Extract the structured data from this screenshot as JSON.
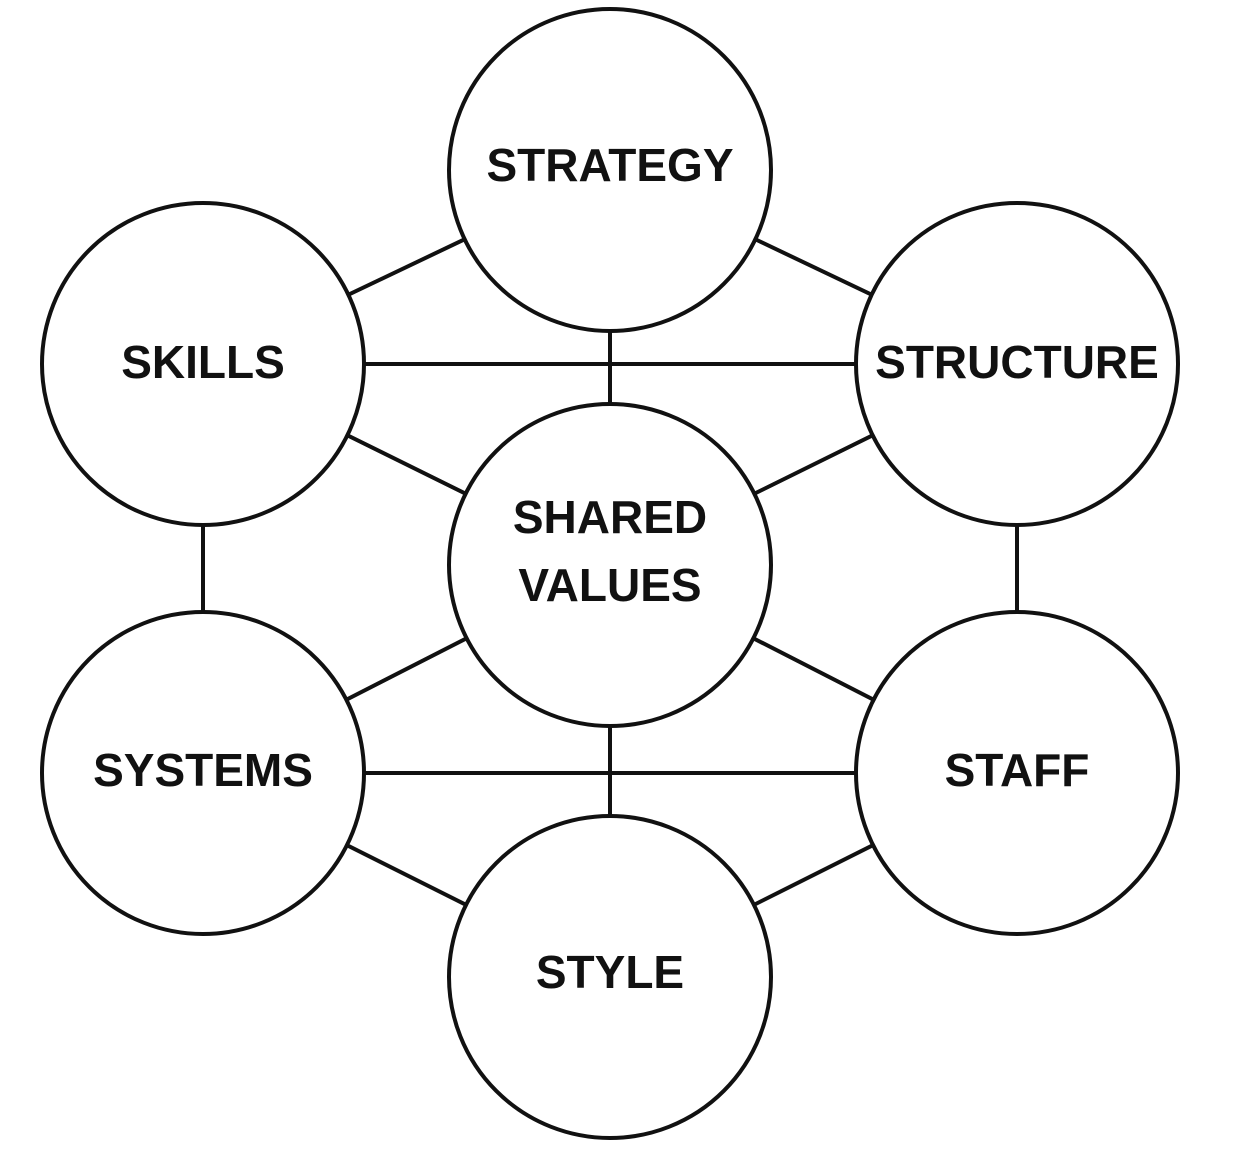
{
  "diagram": {
    "colors": {
      "stroke": "#111111",
      "fill": "#ffffff",
      "text": "#111111"
    },
    "nodes": {
      "strategy": {
        "label": "STRATEGY"
      },
      "skills": {
        "label": "SKILLS"
      },
      "structure": {
        "label": "STRUCTURE"
      },
      "shared_values": {
        "label_line1": "SHARED",
        "label_line2": "VALUES"
      },
      "systems": {
        "label": "SYSTEMS"
      },
      "staff": {
        "label": "STAFF"
      },
      "style": {
        "label": "STYLE"
      }
    },
    "connections": [
      [
        "strategy",
        "skills"
      ],
      [
        "strategy",
        "structure"
      ],
      [
        "strategy",
        "shared_values"
      ],
      [
        "skills",
        "structure"
      ],
      [
        "skills",
        "shared_values"
      ],
      [
        "skills",
        "systems"
      ],
      [
        "structure",
        "shared_values"
      ],
      [
        "structure",
        "staff"
      ],
      [
        "shared_values",
        "systems"
      ],
      [
        "shared_values",
        "staff"
      ],
      [
        "shared_values",
        "style"
      ],
      [
        "systems",
        "staff"
      ],
      [
        "systems",
        "style"
      ],
      [
        "staff",
        "style"
      ]
    ]
  }
}
